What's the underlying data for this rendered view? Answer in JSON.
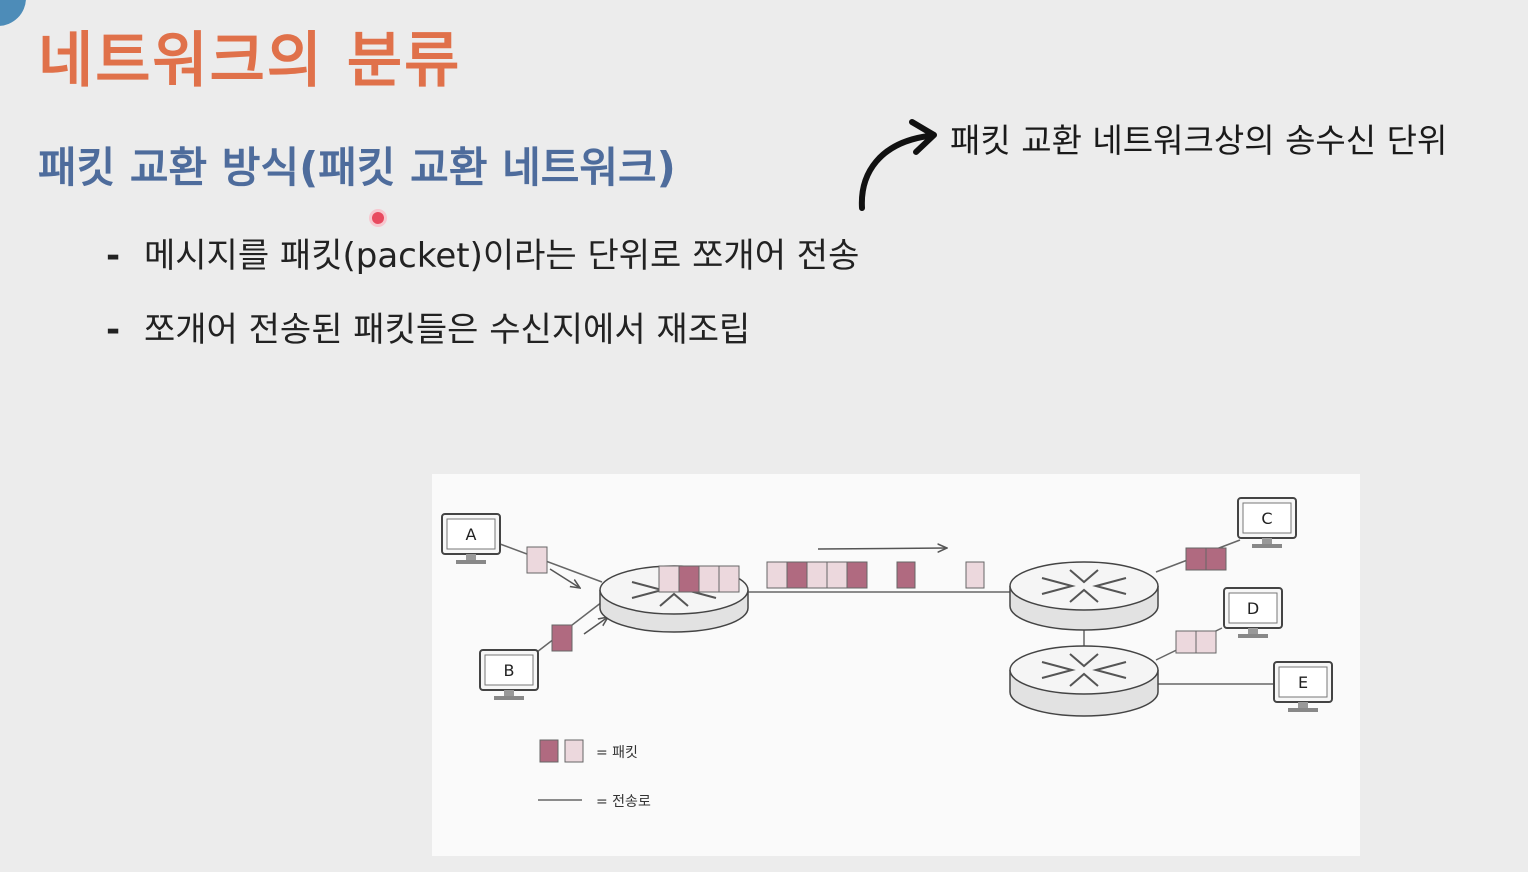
{
  "slide": {
    "title": "네트워크의 분류",
    "subtitle": "패킷 교환 방식(패킷 교환 네트워크)",
    "bullets": [
      {
        "dash": "-",
        "text": "메시지를 패킷(packet)이라는 단위로 쪼개어 전송"
      },
      {
        "dash": "-",
        "text": "쪼개어 전송된 패킷들은 수신지에서 재조립"
      }
    ],
    "annotation": "패킷 교환 네트워크상의 송수신 단위"
  },
  "diagram": {
    "hosts": [
      "A",
      "B",
      "C",
      "D",
      "E"
    ],
    "legend": {
      "packet_label": "= 패킷",
      "link_label": "= 전송로"
    }
  },
  "colors": {
    "title": "#e0714a",
    "subtitle": "#4e6c9c",
    "packet_dark": "#b06a80",
    "packet_light": "#ecd8dd",
    "background": "#ececec"
  }
}
